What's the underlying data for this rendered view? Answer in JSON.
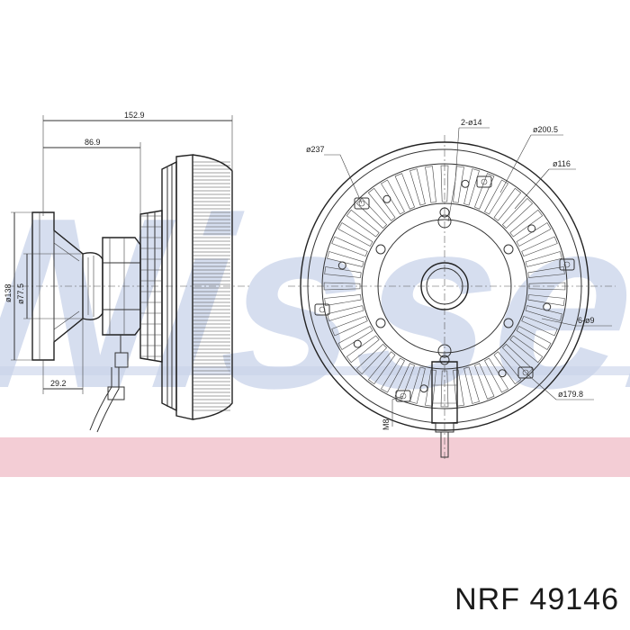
{
  "drawing": {
    "left_view": {
      "dim_overall_length": "152.9",
      "dim_hub_length": "86.9",
      "dim_flange_offset": "29.2",
      "dim_dia_outer": "ø138",
      "dim_dia_inner": "ø77.5"
    },
    "right_view": {
      "dim_dia_237": "ø237",
      "dim_holes_14": "2-ø14",
      "dim_dia_200": "ø200.5",
      "dim_dia_116": "ø116",
      "dim_holes_9": "6-ø9",
      "dim_dia_179": "ø179.8",
      "dim_thread": "M8"
    }
  },
  "watermark": {
    "text": "Nissens",
    "color": "#c9d3ea"
  },
  "colors": {
    "band": "#f3cdd5",
    "line": "#333333"
  },
  "footer": {
    "brand_code": "NRF 49146"
  }
}
